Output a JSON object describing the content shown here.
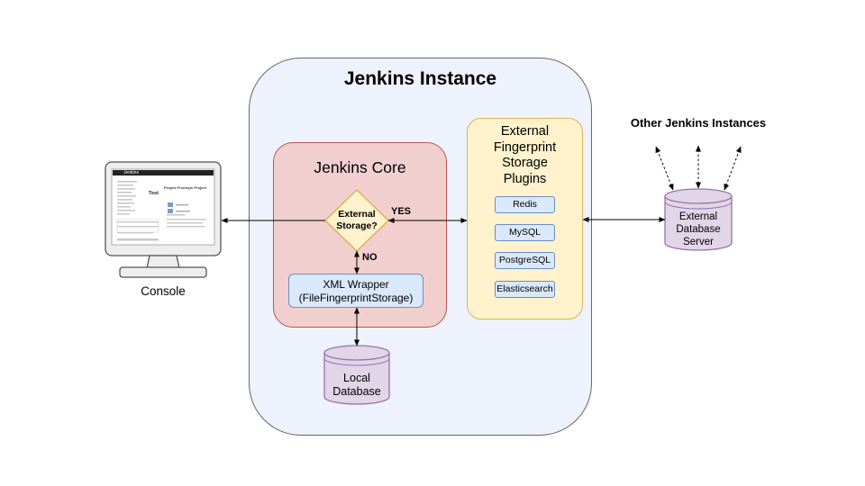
{
  "instance": {
    "title": "Jenkins Instance"
  },
  "core": {
    "title": "Jenkins Core",
    "decision": {
      "line1": "External",
      "line2": "Storage?"
    },
    "yes_label": "YES",
    "no_label": "NO",
    "xml_wrapper": {
      "line1": "XML Wrapper",
      "line2": "(FileFingerprintStorage)"
    }
  },
  "plugins": {
    "title_lines": [
      "External",
      "Fingerprint",
      "Storage",
      "Plugins"
    ],
    "items": [
      "Redis",
      "MySQL",
      "PostgreSQL",
      "Elasticsearch"
    ]
  },
  "local_db": {
    "line1": "Local",
    "line2": "Database"
  },
  "external_db": {
    "line1": "External",
    "line2": "Database",
    "line3": "Server"
  },
  "other_instances": "Other Jenkins Instances",
  "console": {
    "label": "Console",
    "screen": {
      "app_name": "Jenkins",
      "project_title": "Project Freestyle Project",
      "text_label": "Test"
    }
  },
  "colors": {
    "instance_fill": "#eef2fc",
    "core_fill": "#f2cfcf",
    "core_stroke": "#b85450",
    "plugins_fill": "#fff2cc",
    "plugins_stroke": "#d6b656",
    "item_fill": "#dae8fc",
    "item_stroke": "#6c8ebf",
    "db_fill": "#e1d5e7",
    "db_stroke": "#9673a6"
  }
}
